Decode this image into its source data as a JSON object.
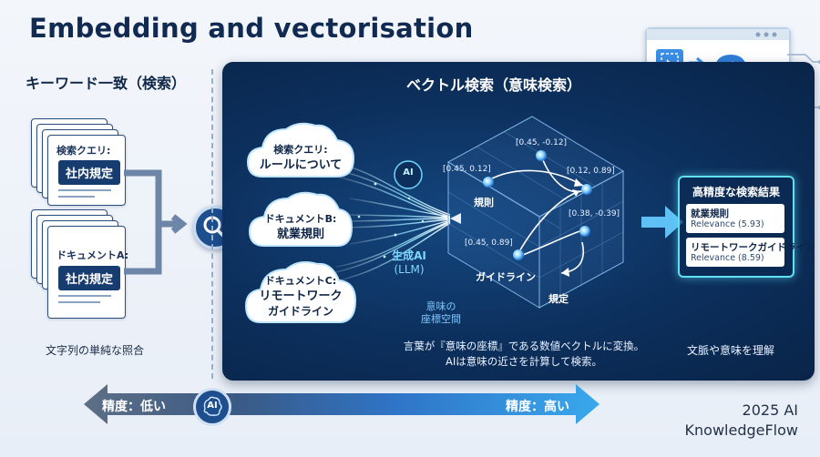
{
  "title": "Embedding and vectorisation",
  "left": {
    "heading": "キーワード一致（検索）",
    "doc_query_label": "検索クエリ:",
    "doc_query_chip": "社内規定",
    "doc_a_label": "ドキュメントA:",
    "doc_a_chip": "社内規定",
    "caption": "文字列の単純な照合"
  },
  "panel": {
    "title": "ベクトル検索（意味検索）",
    "clouds": [
      {
        "line1": "検索クエリ:",
        "line2": "ルールについて"
      },
      {
        "line1": "ドキュメントB:",
        "line2": "就業規則"
      },
      {
        "line1": "ドキュメントC:",
        "line2": "リモートワーク",
        "line3": "ガイドライン"
      }
    ],
    "ai_badge": "AI",
    "ai_label_1": "生成AI",
    "ai_label_2": "(LLM)",
    "space_label_1": "意味の",
    "space_label_2": "座標空間",
    "coords": [
      "[0.45, -0.12]",
      "[0.45, 0.12]",
      "[0.12, 0.89]",
      "[0.38, -0.39]",
      "[0.45, 0.89]"
    ],
    "nodes": [
      "規則",
      "ガイドライン",
      "規定"
    ],
    "caption_1": "言葉が『意味の座標』である数値ベクトルに変換。",
    "caption_2": "AIは意味の近さを計算して検索。"
  },
  "results": {
    "title": "高精度な検索結果",
    "items": [
      {
        "name": "就業規則",
        "relevance": "Relevance (5.93)"
      },
      {
        "name": "リモートワークガイドライン",
        "relevance": "Relevance (8.59)"
      }
    ],
    "caption": "文脈や意味を理解"
  },
  "bottom": {
    "low": "精度：低い",
    "high": "精度：高い",
    "badge": "AI"
  },
  "brand": {
    "line1": "2025 AI",
    "line2": "KnowledgeFlow"
  },
  "colors": {
    "navy": "#0c2f5c",
    "accent": "#5fe0f5",
    "chip": "#173d70"
  }
}
